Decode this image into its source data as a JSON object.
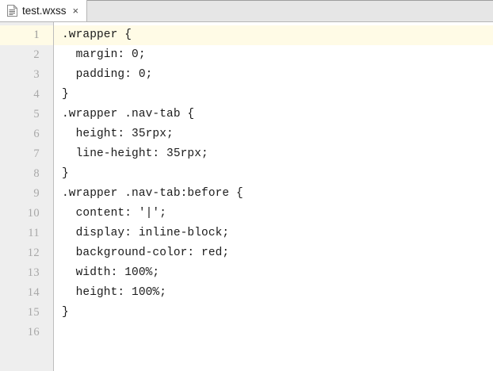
{
  "window": {
    "title": "test.wxss",
    "colors": {
      "tabbar_bg": "#e6e6e6",
      "tab_active_bg": "#ffffff",
      "gutter_bg": "#eeeeee",
      "editor_bg": "#ffffff",
      "current_line_bg": "#fffbe6",
      "line_number_fg": "#a8a8a8",
      "code_fg": "#1b1b1b",
      "border": "#b5b5b5"
    }
  },
  "tabbar": {
    "tabs": [
      {
        "label": "test.wxss",
        "icon": "document-icon",
        "close_label": "×",
        "active": true
      }
    ]
  },
  "editor": {
    "current_line": 1,
    "total_lines": 16,
    "language": "wxss",
    "line_numbers": [
      "1",
      "2",
      "3",
      "4",
      "5",
      "6",
      "7",
      "8",
      "9",
      "10",
      "11",
      "12",
      "13",
      "14",
      "15",
      "16"
    ],
    "lines": [
      ".wrapper {",
      "  margin: 0;",
      "  padding: 0;",
      "}",
      ".wrapper .nav-tab {",
      "  height: 35rpx;",
      "  line-height: 35rpx;",
      "}",
      ".wrapper .nav-tab:before {",
      "  content: '|';",
      "  display: inline-block;",
      "  background-color: red;",
      "  width: 100%;",
      "  height: 100%;",
      "}",
      ""
    ]
  }
}
